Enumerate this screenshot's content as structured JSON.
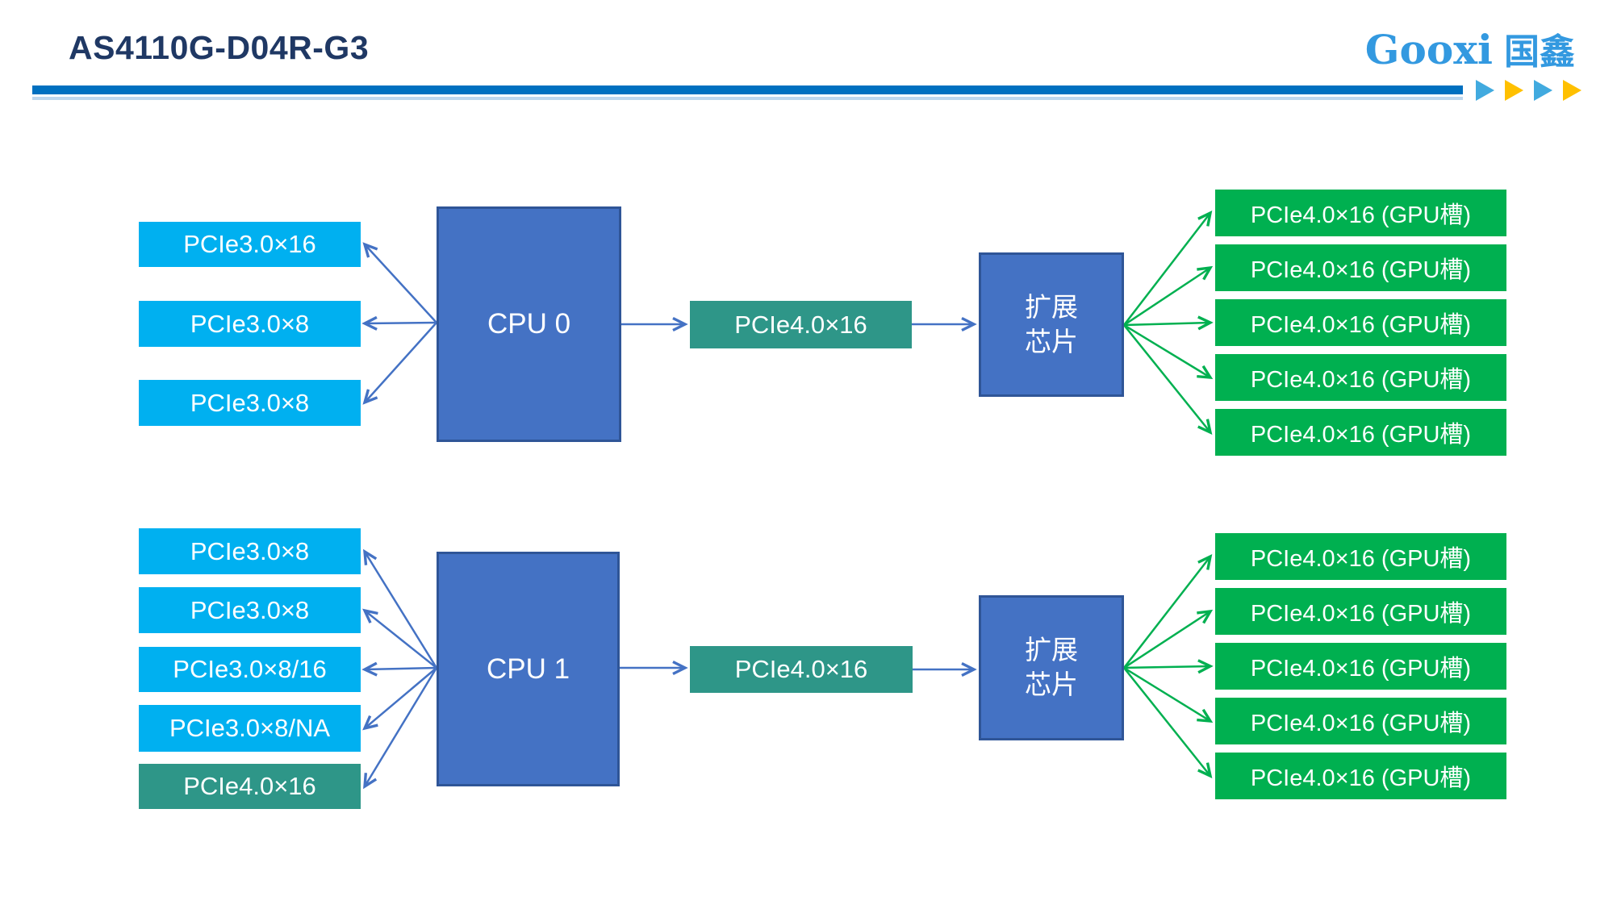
{
  "colors": {
    "title_color": "#1F3864",
    "bar_color": "#0070C0",
    "bar_light": "#BDD7EE",
    "logo_blue": "#3399E0",
    "tri_blue": "#41AADF",
    "tri_orange": "#FFC000",
    "sky": "#00B0F0",
    "teal": "#2E9688",
    "blue": "#4472C4",
    "blue_border": "#2F5597",
    "green": "#00B050",
    "arrow_blue": "#4472C4",
    "arrow_green": "#00B050"
  },
  "header": {
    "title": "AS4110G-D04R-G3",
    "logo_en": "Gooxi",
    "logo_cn": "国鑫"
  },
  "sections": {
    "top": {
      "cpu_label": "CPU 0",
      "left_slots": [
        {
          "label": "PCIe3.0×16",
          "variant": "sky"
        },
        {
          "label": "PCIe3.0×8",
          "variant": "sky"
        },
        {
          "label": "PCIe3.0×8",
          "variant": "sky"
        }
      ],
      "link_label": "PCIe4.0×16",
      "expander_line1": "扩展",
      "expander_line2": "芯片",
      "gpu_slots": [
        {
          "label": "PCIe4.0×16 (GPU槽)"
        },
        {
          "label": "PCIe4.0×16 (GPU槽)"
        },
        {
          "label": "PCIe4.0×16 (GPU槽)"
        },
        {
          "label": "PCIe4.0×16 (GPU槽)"
        },
        {
          "label": "PCIe4.0×16 (GPU槽)"
        }
      ]
    },
    "bottom": {
      "cpu_label": "CPU 1",
      "left_slots": [
        {
          "label": "PCIe3.0×8",
          "variant": "sky"
        },
        {
          "label": "PCIe3.0×8",
          "variant": "sky"
        },
        {
          "label": "PCIe3.0×8/16",
          "variant": "sky"
        },
        {
          "label": "PCIe3.0×8/NA",
          "variant": "sky"
        },
        {
          "label": "PCIe4.0×16",
          "variant": "teal"
        }
      ],
      "link_label": "PCIe4.0×16",
      "expander_line1": "扩展",
      "expander_line2": "芯片",
      "gpu_slots": [
        {
          "label": "PCIe4.0×16 (GPU槽)"
        },
        {
          "label": "PCIe4.0×16 (GPU槽)"
        },
        {
          "label": "PCIe4.0×16 (GPU槽)"
        },
        {
          "label": "PCIe4.0×16 (GPU槽)"
        },
        {
          "label": "PCIe4.0×16 (GPU槽)"
        }
      ]
    }
  }
}
